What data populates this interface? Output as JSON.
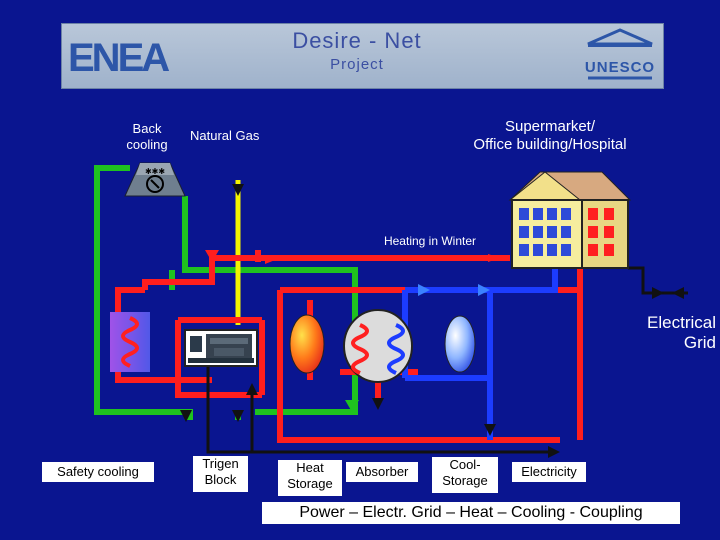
{
  "header": {
    "logo_left": "ENEA",
    "title_line1": "Desire - Net",
    "title_line2": "Project",
    "logo_right": "UNESCO"
  },
  "labels": {
    "back_cooling": "Back\ncooling",
    "natural_gas": "Natural Gas",
    "building": "Supermarket/\nOffice building/Hospital",
    "heating_winter": "Heating in Winter",
    "electrical_grid": "Electrical\nGrid",
    "safety_cooling": "Safety cooling",
    "trigen_block": "Trigen\nBlock",
    "heat_storage": "Heat\nStorage",
    "absorber": "Absorber",
    "cool_storage": "Cool-\nStorage",
    "electricity": "Electricity",
    "footer": "Power – Electr. Grid – Heat – Cooling - Coupling"
  },
  "colors": {
    "background": "#0a1590",
    "hot_line": "#ff1e1e",
    "cold_line": "#1c3cff",
    "cooling_line": "#1fc21f",
    "gas_line": "#f4f400",
    "power_line": "#111111"
  }
}
